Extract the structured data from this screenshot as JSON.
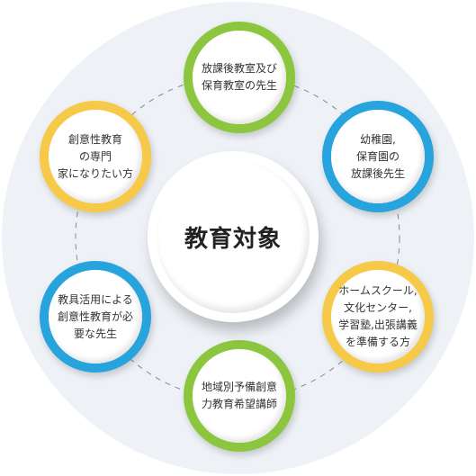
{
  "center": {
    "title": "教育対象"
  },
  "nodes": [
    {
      "text": "放課後教室及び\n保育教室の先生",
      "color": "#8cc63f"
    },
    {
      "text": "幼稚園,\n保育園の\n放課後先生",
      "color": "#27a3dd"
    },
    {
      "text": "ホームスクール,\n文化センター,\n学習塾,出張講義\nを準備する方",
      "color": "#f7c948"
    },
    {
      "text": "地域別予備創意\n力教育希望講師",
      "color": "#8cc63f"
    },
    {
      "text": "教具活用による\n創意性教育が必\n要な先生",
      "color": "#27a3dd"
    },
    {
      "text": "創意性教育\nの専門\n家になりたい方",
      "color": "#f7c948"
    }
  ]
}
